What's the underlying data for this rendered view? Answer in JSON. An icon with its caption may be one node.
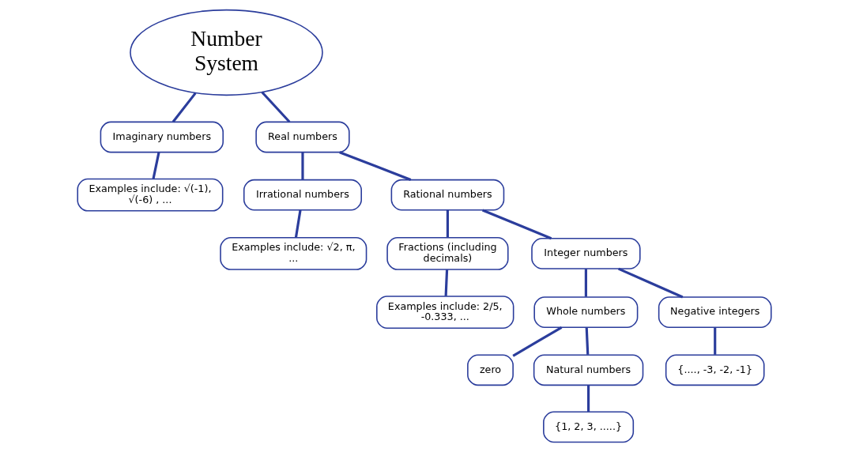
{
  "diagram": {
    "nodes": [
      {
        "text": [
          "Number System"
        ]
      },
      {
        "text": [
          "Imaginary numbers"
        ]
      },
      {
        "text": [
          "Examples include: √(-1), √(-6) , ..."
        ]
      },
      {
        "text": [
          "Real numbers"
        ]
      },
      {
        "text": [
          "Irrational numbers"
        ]
      },
      {
        "text": [
          "Examples include: √2, π, ..."
        ]
      },
      {
        "text": [
          "Rational numbers"
        ]
      },
      {
        "text": [
          "Fractions (including decimals)"
        ]
      },
      {
        "text": [
          "Examples include: 2/5, -0.333, ..."
        ]
      },
      {
        "text": [
          "Integer numbers"
        ]
      },
      {
        "text": [
          "Whole numbers"
        ]
      },
      {
        "text": [
          "zero"
        ]
      },
      {
        "text": [
          "Natural numbers"
        ]
      },
      {
        "text": [
          "{1, 2, 3, .....}"
        ]
      },
      {
        "text": [
          "Negative integers"
        ]
      },
      {
        "text": [
          "{...., -3, -2, -1}"
        ]
      }
    ],
    "edges": [
      {
        "from": 0,
        "to": 1,
        "arrow": "none"
      },
      {
        "from": 1,
        "to": 2,
        "arrow": "none"
      },
      {
        "from": 0,
        "to": 3,
        "arrow": "none"
      },
      {
        "from": 3,
        "to": 4,
        "arrow": "none"
      },
      {
        "from": 4,
        "to": 5,
        "arrow": "none"
      },
      {
        "from": 3,
        "to": 6,
        "arrow": "none"
      },
      {
        "from": 6,
        "to": 7,
        "arrow": "none"
      },
      {
        "from": 7,
        "to": 8,
        "arrow": "none"
      },
      {
        "from": 6,
        "to": 9,
        "arrow": "none"
      },
      {
        "from": 9,
        "to": 10,
        "arrow": "none"
      },
      {
        "from": 10,
        "to": 11,
        "arrow": "none"
      },
      {
        "from": 10,
        "to": 12,
        "arrow": "none"
      },
      {
        "from": 12,
        "to": 13,
        "arrow": "none"
      },
      {
        "from": 9,
        "to": 14,
        "arrow": "none"
      },
      {
        "from": 14,
        "to": 15,
        "arrow": "none"
      }
    ]
  }
}
